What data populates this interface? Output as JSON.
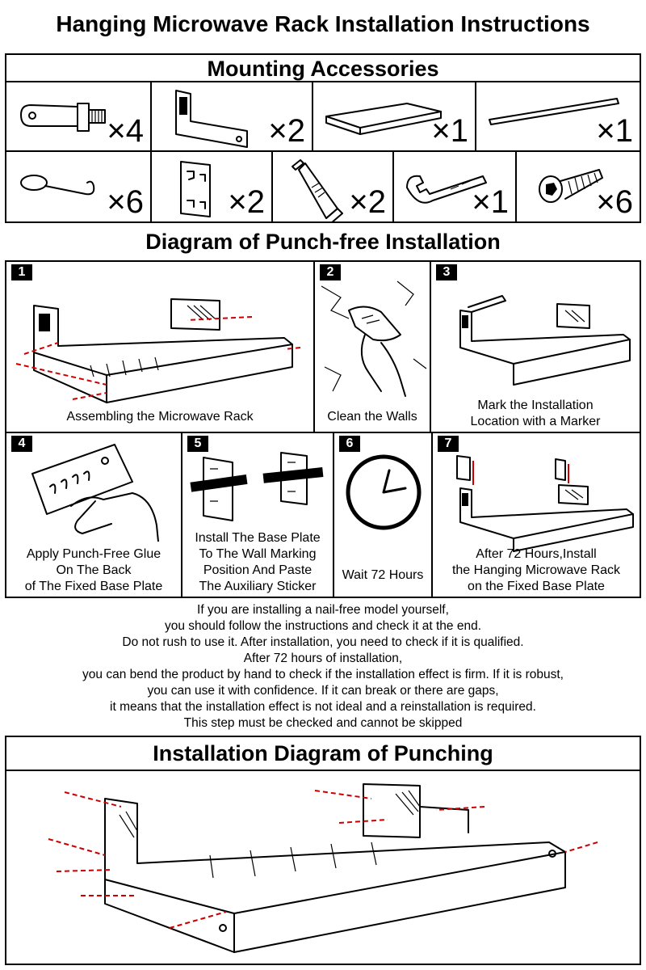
{
  "title": "Hanging Microwave Rack Installation Instructions",
  "accessories": {
    "heading": "Mounting Accessories",
    "row1": [
      {
        "icon": "expansion-bolt-icon",
        "qty": "×4"
      },
      {
        "icon": "wall-bracket-icon",
        "qty": "×2"
      },
      {
        "icon": "shelf-board-icon",
        "qty": "×1"
      },
      {
        "icon": "rod-icon",
        "qty": "×1"
      }
    ],
    "row2": [
      {
        "icon": "hook-icon",
        "qty": "×6"
      },
      {
        "icon": "base-plate-icon",
        "qty": "×2"
      },
      {
        "icon": "glue-tube-icon",
        "qty": "×2"
      },
      {
        "icon": "wrench-icon",
        "qty": "×1"
      },
      {
        "icon": "screw-icon",
        "qty": "×6"
      }
    ]
  },
  "punch_free": {
    "heading": "Diagram of Punch-free Installation",
    "steps": [
      {
        "num": "1",
        "caption": "Assembling the Microwave Rack"
      },
      {
        "num": "2",
        "caption": "Clean the Walls"
      },
      {
        "num": "3",
        "caption_lines": [
          "Mark the Installation",
          "Location with a Marker"
        ]
      },
      {
        "num": "4",
        "caption_lines": [
          "Apply Punch-Free Glue",
          "On The Back",
          "of The Fixed Base Plate"
        ]
      },
      {
        "num": "5",
        "caption_lines": [
          "Install The Base Plate",
          "To The Wall Marking",
          "Position And Paste",
          "The Auxiliary Sticker"
        ]
      },
      {
        "num": "6",
        "caption": "Wait 72 Hours"
      },
      {
        "num": "7",
        "caption_lines": [
          "After 72 Hours,Install",
          "the Hanging Microwave Rack",
          "on the Fixed Base Plate"
        ]
      }
    ]
  },
  "notes": [
    "If you are installing a nail-free model yourself,",
    "you should follow the instructions and check it at the end.",
    "Do not rush to use it. After installation, you need to check if it is qualified.",
    "After 72 hours of installation,",
    "you can bend the product by hand to check if the installation effect is firm. If it is robust,",
    "you can use it with confidence. If it can break or there are gaps,",
    "it means that the installation effect is not ideal and a reinstallation is required.",
    "This step must be checked and cannot be skipped"
  ],
  "punching": {
    "heading": "Installation Diagram of Punching"
  }
}
